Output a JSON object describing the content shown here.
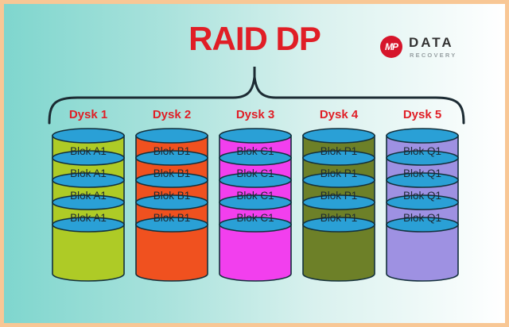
{
  "title": {
    "text": "RAID DP"
  },
  "logo": {
    "monogram": "MP",
    "name": "DATA",
    "subtitle": "RECOVERY"
  },
  "disks": [
    {
      "label": "Dysk 1",
      "color": "#aecb26",
      "blocks": [
        "Blok A1",
        "Blok A1",
        "Blok A1",
        "Blok A1"
      ]
    },
    {
      "label": "Dysk 2",
      "color": "#f0511f",
      "blocks": [
        "Blok B1",
        "Blok B1",
        "Blok B1",
        "Blok B1"
      ]
    },
    {
      "label": "Dysk 3",
      "color": "#f23fee",
      "blocks": [
        "Blok C1",
        "Blok C1",
        "Blok C1",
        "Blok C1"
      ]
    },
    {
      "label": "Dysk 4",
      "color": "#6d8028",
      "blocks": [
        "Blok P1",
        "Blok P1",
        "Blok P1",
        "Blok P1"
      ]
    },
    {
      "label": "Dysk 5",
      "color": "#9e91e2",
      "blocks": [
        "Blok Q1",
        "Blok Q1",
        "Blok Q1",
        "Blok Q1"
      ]
    }
  ],
  "colors": {
    "title_red": "#e01e26",
    "disk_label_red": "#e01e26",
    "platter_blue": "#2aa0d6",
    "outline": "#13303c",
    "block_text": "#1d2a33",
    "brace": "#1c2b33",
    "background_left": "#7fd6ce",
    "background_right": "#ffffff",
    "border": "#f8c795",
    "logo_red": "#d6152b",
    "logo_name_color": "#333333",
    "logo_subtitle_color": "#97a0a3"
  }
}
